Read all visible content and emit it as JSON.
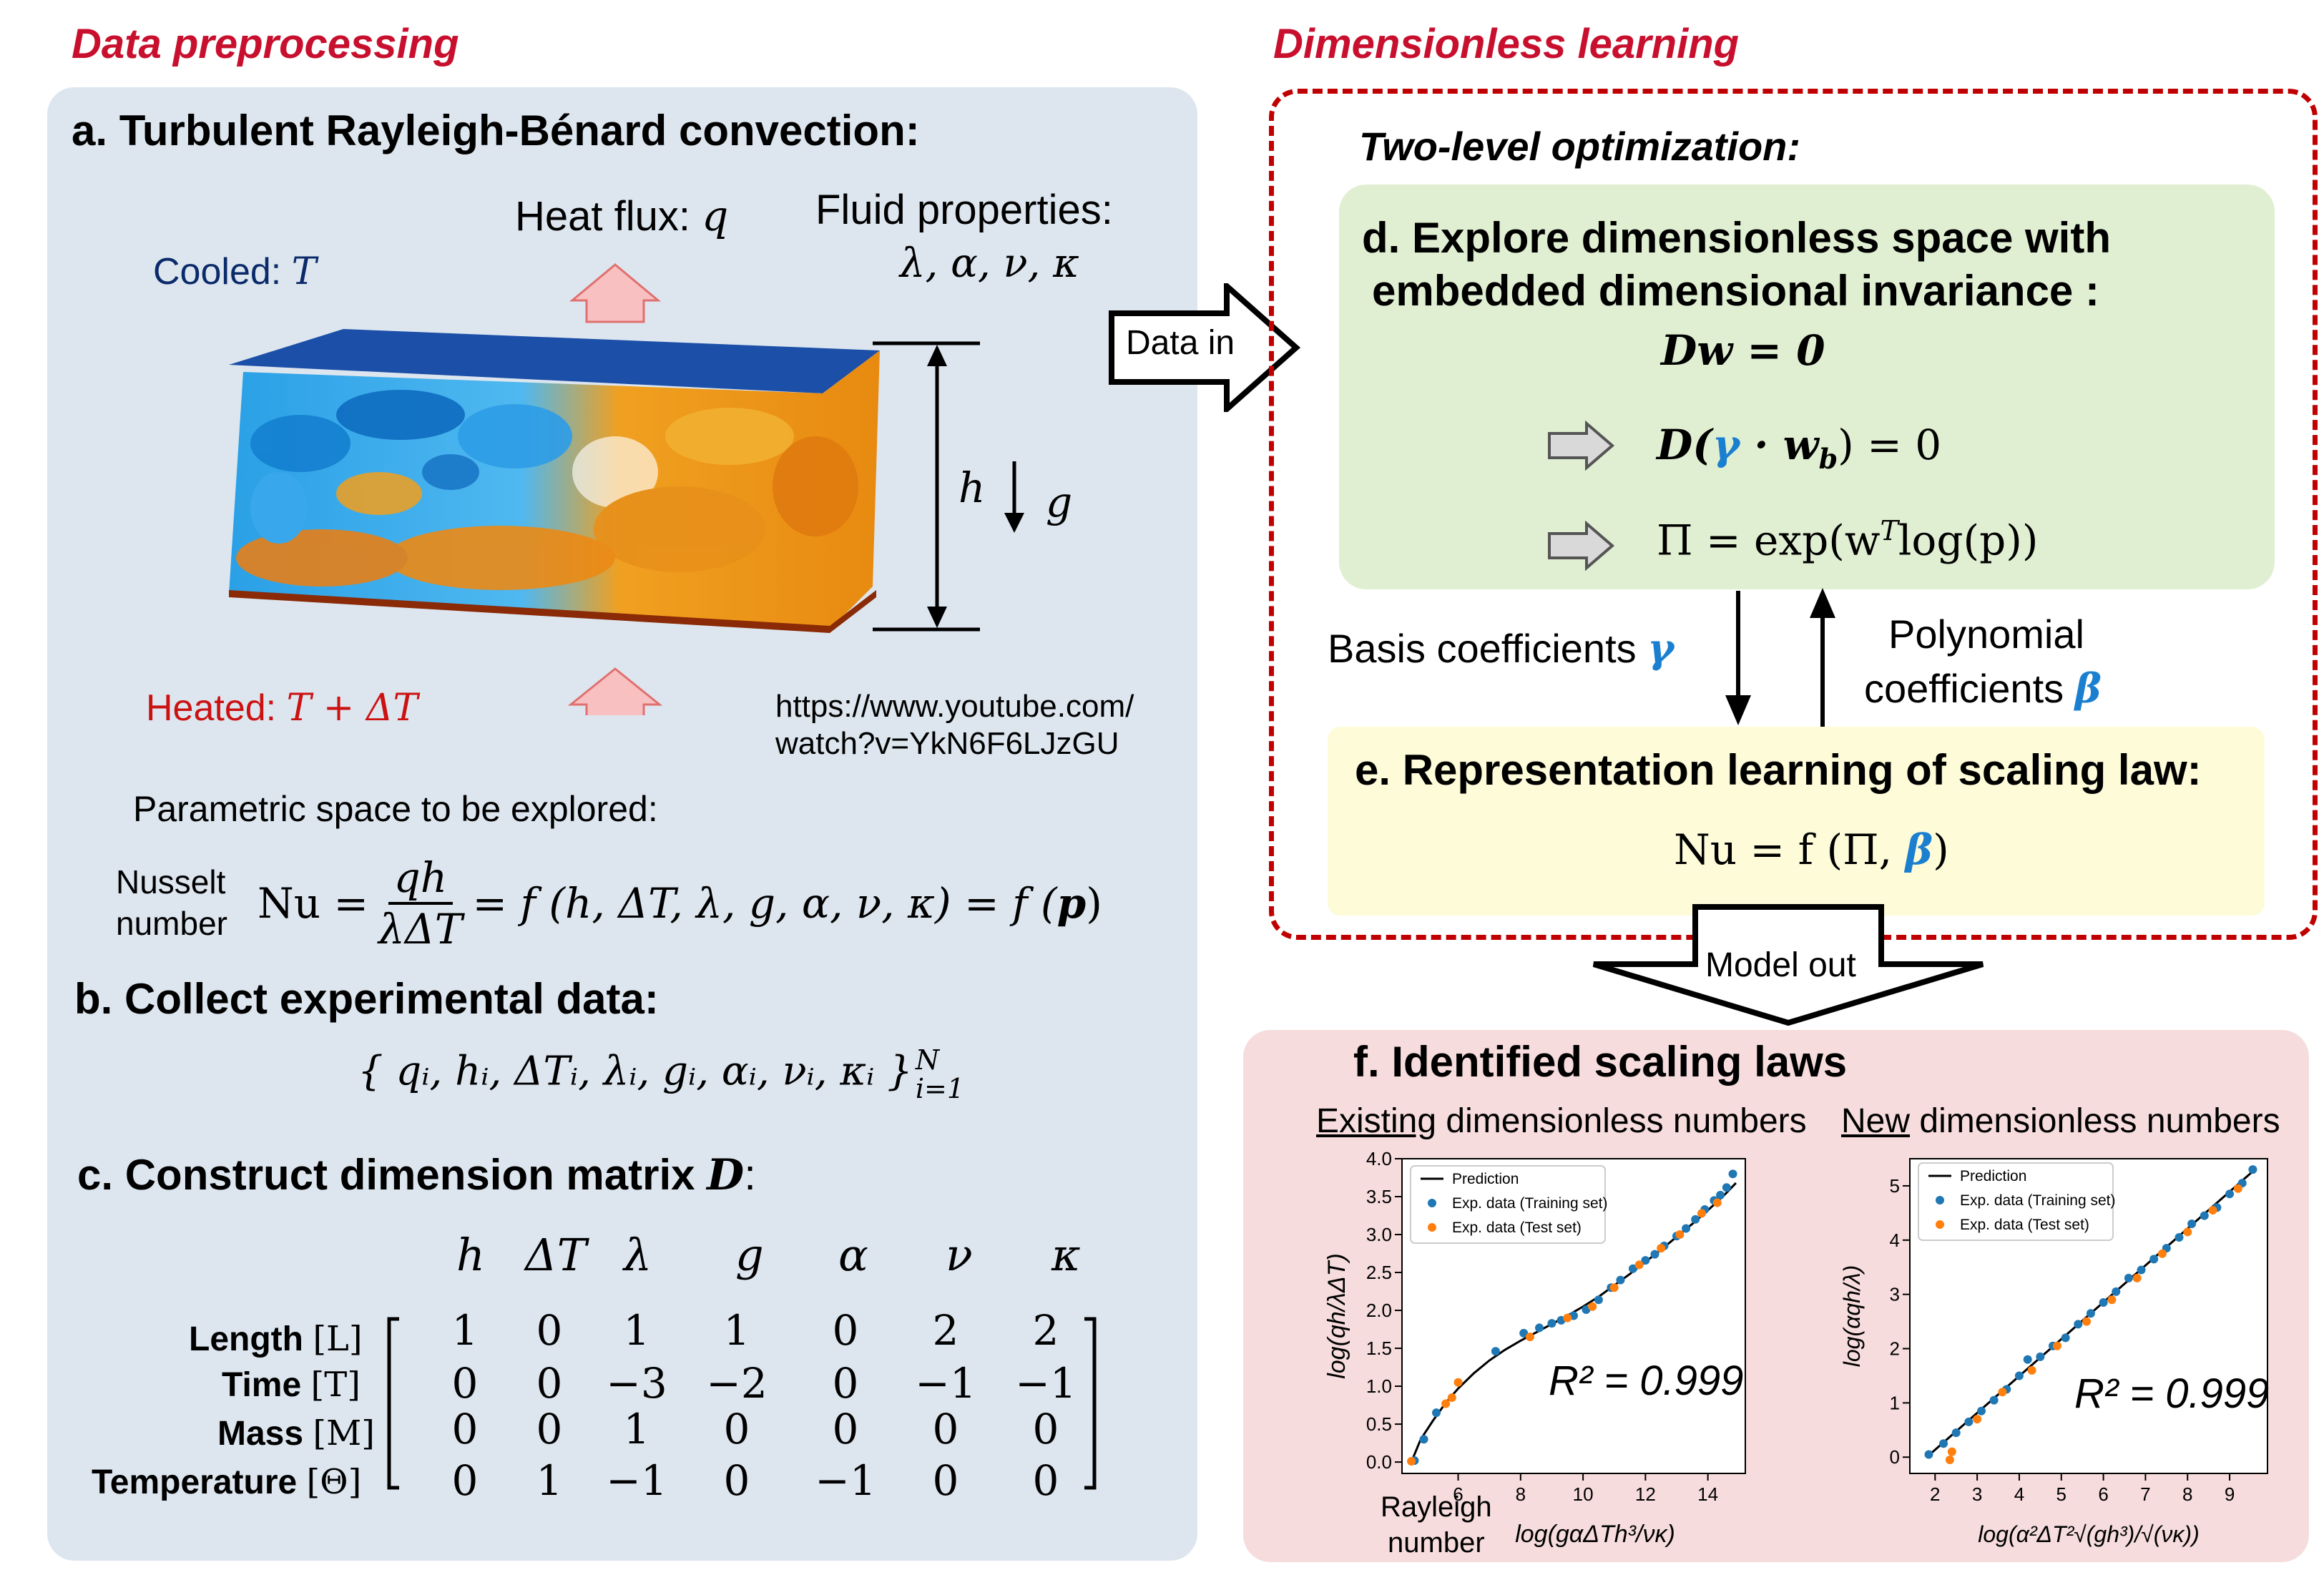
{
  "sections": {
    "left_title": "Data preprocessing",
    "right_title": "Dimensionless learning"
  },
  "colors": {
    "title_red": "#c8102e",
    "left_panel_bg": "#dde6ef",
    "green_panel_bg": "#e0efd2",
    "yellow_panel_bg": "#fdfbd8",
    "pink_panel_bg": "#f6dcdc",
    "dashed_border": "#c00000",
    "cooled_blue": "#0a2a6a",
    "heated_red": "#cc1111",
    "math_blue": "#1b7fd0",
    "series_training": "#1f77b4",
    "series_test": "#ff7f0e"
  },
  "panel_a": {
    "title": "a. Turbulent Rayleigh-Bénard convection:",
    "heat_flux_label": "Heat flux: ",
    "heat_flux_symbol": "q",
    "fluid_props_label": "Fluid properties:",
    "fluid_props_symbols": "λ, α, ν, κ",
    "cooled_label": "Cooled: ",
    "cooled_symbol": "T",
    "heated_label": "Heated: ",
    "heated_symbol": "T + ΔT",
    "h_symbol": "h",
    "g_symbol": "g",
    "url": "https://www.youtube.com/\nwatch?v=YkN6F6LJzGU",
    "parametric_label": "Parametric space to be explored:",
    "nusselt_label": "Nusselt\nnumber",
    "eq_nu": "Nu =",
    "eq_frac_num": "qh",
    "eq_frac_den": "λΔT",
    "eq_rest": "= f (h, ΔT, λ, g, α, ν, κ) = f (",
    "eq_p": "p",
    "eq_close": ")"
  },
  "panel_b": {
    "title": "b. Collect experimental data:",
    "set_expr": "{ qᵢ, hᵢ, ΔTᵢ, λᵢ, gᵢ, αᵢ, νᵢ, κᵢ }",
    "set_sup": "N",
    "set_sub": "i=1"
  },
  "panel_c": {
    "title": "c. Construct dimension matrix ",
    "title_symbol": "D",
    "title_colon": ":",
    "columns": [
      "h",
      "ΔT",
      "λ",
      "g",
      "α",
      "ν",
      "κ"
    ],
    "row_names": [
      "Length",
      "Time",
      "Mass",
      "Temperature"
    ],
    "row_units": [
      "[L]",
      "[T]",
      "[M]",
      "[Θ]"
    ],
    "rows": [
      [
        "1",
        "0",
        "1",
        "1",
        "0",
        "2",
        "2"
      ],
      [
        "0",
        "0",
        "−3",
        "−2",
        "0",
        "−1",
        "−1"
      ],
      [
        "0",
        "0",
        "1",
        "0",
        "0",
        "0",
        "0"
      ],
      [
        "0",
        "1",
        "−1",
        "0",
        "−1",
        "0",
        "0"
      ]
    ]
  },
  "arrows": {
    "data_in": "Data in",
    "model_out": "Model out"
  },
  "optimization": {
    "title": "Two-level optimization:"
  },
  "panel_d": {
    "title_line1": "d. Explore dimensionless space with",
    "title_line2": "embedded dimensional invariance :",
    "eq1": "Dw = 0",
    "eq2_pre": "D(",
    "eq2_gamma": "γ",
    "eq2_post": " · w",
    "eq2_sub": "b",
    "eq2_end": ") = 0",
    "eq3": "Π = exp(w",
    "eq3_sup": "T",
    "eq3_end": "log(p))"
  },
  "links": {
    "basis_label": "Basis coefficients ",
    "basis_symbol": "γ",
    "poly_label_1": "Polynomial",
    "poly_label_2": "coefficients ",
    "poly_symbol": "β"
  },
  "panel_e": {
    "title": "e. Representation learning of scaling law:",
    "eq_pre": "Nu = f (Π, ",
    "eq_beta": "β",
    "eq_end": ")"
  },
  "panel_f": {
    "title": "f. Identified scaling laws",
    "left_sub_u": "Existing",
    "left_sub_rest": " dimensionless numbers",
    "right_sub_u": "New",
    "right_sub_rest": " dimensionless numbers",
    "rayleigh_label_1": "Rayleigh",
    "rayleigh_label_2": "number"
  },
  "chart_data": [
    {
      "type": "scatter",
      "title": "",
      "xlabel": "log(gαΔTh³/νκ)",
      "ylabel": "log(qh/λΔT)",
      "xlim": [
        4.2,
        15.2
      ],
      "ylim": [
        -0.15,
        4.0
      ],
      "xticks": [
        "6",
        "8",
        "10",
        "12",
        "14"
      ],
      "yticks": [
        "0.0",
        "0.5",
        "1.0",
        "1.5",
        "2.0",
        "2.5",
        "3.0",
        "3.5",
        "4.0"
      ],
      "legend": [
        "Prediction",
        "Exp. data (Training set)",
        "Exp. data (Test set)"
      ],
      "legend_position": "top-left",
      "annotation": "R² = 0.999",
      "series": [
        {
          "name": "Prediction",
          "kind": "line",
          "x": [
            4.5,
            4.8,
            5.2,
            5.6,
            6.0,
            6.5,
            7.0,
            7.5,
            8.0,
            8.5,
            9.0,
            9.5,
            10.0,
            10.5,
            11.0,
            11.5,
            12.0,
            12.5,
            13.0,
            13.5,
            14.0,
            14.5,
            14.9
          ],
          "y": [
            0.0,
            0.3,
            0.55,
            0.78,
            0.97,
            1.17,
            1.34,
            1.48,
            1.6,
            1.71,
            1.82,
            1.93,
            2.05,
            2.18,
            2.33,
            2.48,
            2.64,
            2.8,
            2.97,
            3.14,
            3.32,
            3.51,
            3.68
          ]
        },
        {
          "name": "Exp. data (Training set)",
          "kind": "points",
          "x": [
            4.6,
            4.9,
            5.3,
            7.2,
            8.1,
            8.6,
            9.0,
            9.3,
            9.7,
            10.1,
            10.5,
            10.9,
            11.2,
            11.6,
            12.0,
            12.3,
            12.6,
            13.0,
            13.3,
            13.6,
            13.9,
            14.2,
            14.4,
            14.6,
            14.8
          ],
          "y": [
            0.02,
            0.3,
            0.65,
            1.46,
            1.7,
            1.77,
            1.83,
            1.87,
            1.93,
            2.01,
            2.14,
            2.3,
            2.4,
            2.55,
            2.66,
            2.74,
            2.85,
            2.98,
            3.08,
            3.2,
            3.33,
            3.45,
            3.52,
            3.62,
            3.8
          ]
        },
        {
          "name": "Exp. data (Test set)",
          "kind": "points",
          "x": [
            4.5,
            5.6,
            5.8,
            6.0,
            8.3,
            9.5,
            10.3,
            11.0,
            11.8,
            12.5,
            13.1,
            13.8,
            14.3
          ],
          "y": [
            0.01,
            0.77,
            0.85,
            1.05,
            1.65,
            1.9,
            2.05,
            2.3,
            2.6,
            2.82,
            3.0,
            3.28,
            3.42
          ]
        }
      ]
    },
    {
      "type": "scatter",
      "title": "",
      "xlabel": "log(α²ΔT²√(gh³)/√(νκ))",
      "ylabel": "log(αqh/λ)",
      "xlim": [
        1.4,
        9.9
      ],
      "ylim": [
        -0.3,
        5.5
      ],
      "xticks": [
        "2",
        "3",
        "4",
        "5",
        "6",
        "7",
        "8",
        "9"
      ],
      "yticks": [
        "0",
        "1",
        "2",
        "3",
        "4",
        "5"
      ],
      "legend": [
        "Prediction",
        "Exp. data (Training set)",
        "Exp. data (Test set)"
      ],
      "legend_position": "top-left",
      "annotation": "R² = 0.999",
      "series": [
        {
          "name": "Prediction",
          "kind": "line",
          "x": [
            1.8,
            9.6
          ],
          "y": [
            0.0,
            5.3
          ]
        },
        {
          "name": "Exp. data (Training set)",
          "kind": "points",
          "x": [
            1.85,
            2.2,
            2.5,
            2.8,
            3.1,
            3.4,
            3.7,
            4.0,
            4.2,
            4.5,
            4.8,
            5.1,
            5.4,
            5.7,
            6.0,
            6.3,
            6.6,
            6.9,
            7.2,
            7.5,
            7.8,
            8.1,
            8.4,
            8.7,
            9.0,
            9.3,
            9.55
          ],
          "y": [
            0.05,
            0.25,
            0.45,
            0.65,
            0.85,
            1.05,
            1.25,
            1.5,
            1.8,
            1.85,
            2.05,
            2.2,
            2.45,
            2.65,
            2.85,
            3.05,
            3.3,
            3.45,
            3.65,
            3.85,
            4.05,
            4.3,
            4.45,
            4.6,
            4.85,
            5.05,
            5.3
          ]
        },
        {
          "name": "Exp. data (Test set)",
          "kind": "points",
          "x": [
            2.35,
            2.4,
            3.0,
            3.6,
            4.3,
            4.9,
            5.6,
            6.2,
            6.8,
            7.4,
            8.0,
            8.6,
            9.2
          ],
          "y": [
            -0.05,
            0.1,
            0.7,
            1.2,
            1.6,
            2.05,
            2.5,
            2.9,
            3.3,
            3.75,
            4.15,
            4.55,
            4.95
          ]
        }
      ]
    }
  ]
}
